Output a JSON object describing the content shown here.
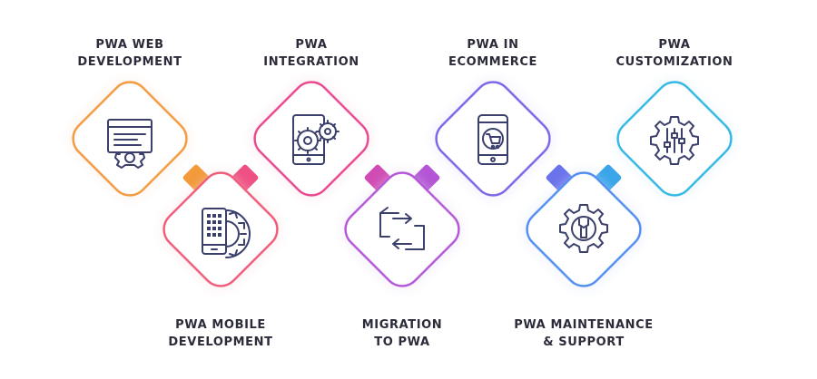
{
  "services": [
    {
      "id": "web-development",
      "lines": [
        "PWA WEB",
        "DEVELOPMENT"
      ],
      "color": "#f39a3a",
      "icon": "browser-gear-icon"
    },
    {
      "id": "mobile-development",
      "lines": [
        "PWA MOBILE",
        "DEVELOPMENT"
      ],
      "color": "#f05a79",
      "icon": "mobile-gear-icon"
    },
    {
      "id": "integration",
      "lines": [
        "PWA",
        "INTEGRATION"
      ],
      "color": "#e9458f",
      "icon": "tablet-gears-icon"
    },
    {
      "id": "migration",
      "lines": [
        "MIGRATION",
        "TO PWA"
      ],
      "color": "#b355d6",
      "icon": "exchange-arrows-icon"
    },
    {
      "id": "ecommerce",
      "lines": [
        "PWA IN",
        "ECOMMERCE"
      ],
      "color": "#7d63e6",
      "icon": "mobile-cart-icon"
    },
    {
      "id": "maintenance",
      "lines": [
        "PWA MAINTENANCE",
        "& SUPPORT"
      ],
      "color": "#4f8ef0",
      "icon": "gear-wrench-icon"
    },
    {
      "id": "customization",
      "lines": [
        "PWA",
        "CUSTOMIZATION"
      ],
      "color": "#2fb8e3",
      "icon": "gear-sliders-icon"
    }
  ]
}
